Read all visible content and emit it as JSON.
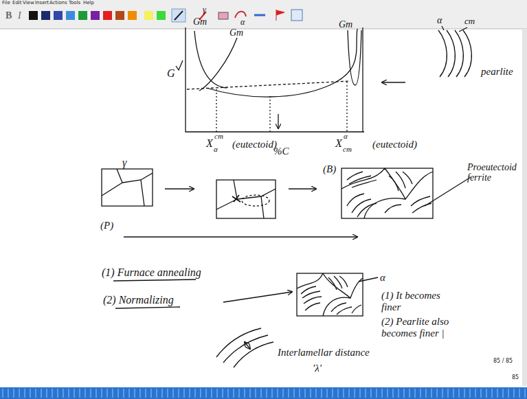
{
  "diagram": {
    "labels": [
      "File",
      "Edit",
      "View",
      "Insert",
      "Actions",
      "Tools",
      "Help",
      "B",
      "I",
      "G",
      "Gm",
      "γ",
      "Gm",
      "α",
      "Gm",
      "X",
      "α",
      "cm",
      "(eutectoid)",
      "%C",
      "X",
      "cm",
      "α",
      "(eutectoid)",
      "α",
      "cm",
      "pearlite",
      "γ",
      "(B)",
      "Proeutectoid ferrite",
      "(P)",
      "(1) Furnace annealing",
      "(2) Normalizing",
      "α",
      "(1) It becomes finer",
      "(2) Pearlite also becomes finer |",
      "Interlamellar distance",
      "'λ'",
      "85 / 85",
      "85"
    ]
  }
}
